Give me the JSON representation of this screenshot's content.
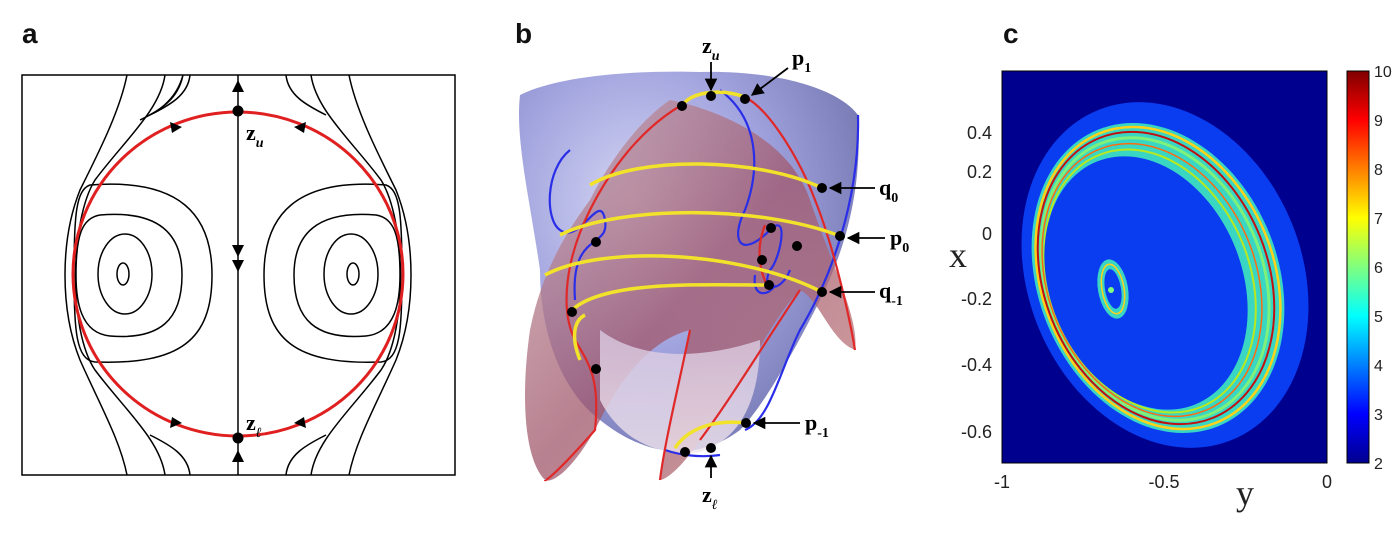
{
  "panels": {
    "a": {
      "label": "a",
      "points": {
        "z_u": {
          "base": "z",
          "sub": "u"
        },
        "z_l": {
          "base": "z",
          "sub": "ℓ"
        }
      }
    },
    "b": {
      "label": "b",
      "points": {
        "z_u": {
          "base": "z",
          "sub": "u"
        },
        "p_1": {
          "base": "p",
          "sub": "1"
        },
        "q_0": {
          "base": "q",
          "sub": "0"
        },
        "p_0": {
          "base": "p",
          "sub": "0"
        },
        "q_m1": {
          "base": "q",
          "sub": "-1"
        },
        "p_m1": {
          "base": "p",
          "sub": "-1"
        },
        "z_l": {
          "base": "z",
          "sub": "ℓ"
        }
      },
      "colors": {
        "manifold_blue": "#3b3fd6",
        "manifold_red": "#e03030",
        "orbit": "#f2e32a"
      }
    },
    "c": {
      "label": "c",
      "xlabel": "y",
      "ylabel": "x",
      "x_ticks": [
        "-1",
        "-0.5",
        "0"
      ],
      "y_ticks": [
        "0.4",
        "0.2",
        "0",
        "-0.2",
        "-0.4",
        "-0.6"
      ],
      "colorbar_ticks": [
        "10",
        "9",
        "8",
        "7",
        "6",
        "5",
        "4",
        "3",
        "2"
      ]
    }
  },
  "chart_data": {
    "type": "heatmap",
    "xlabel": "y",
    "ylabel": "x",
    "xlim": [
      -1,
      0
    ],
    "ylim": [
      -0.7,
      0.5
    ],
    "colorbar": {
      "min": 2,
      "max": 10,
      "colormap": "jet"
    },
    "x_ticks": [
      -1,
      -0.5,
      0
    ],
    "y_ticks": [
      0.4,
      0.2,
      0,
      -0.2,
      -0.4,
      -0.6
    ]
  }
}
